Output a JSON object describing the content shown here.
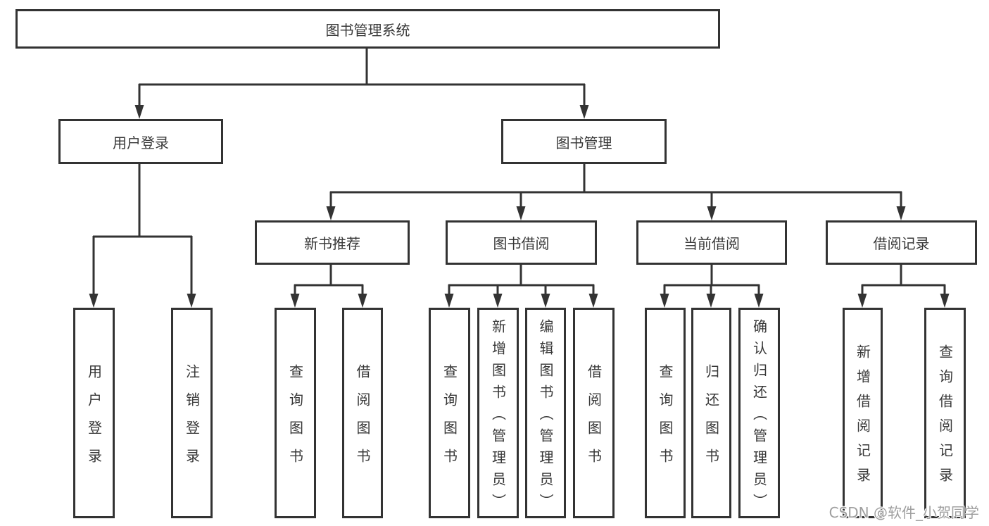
{
  "diagram": {
    "type": "hierarchy-tree",
    "colors": {
      "line": "#333333",
      "box_border": "#333333",
      "text": "#383838",
      "background": "#ffffff",
      "watermark": "#9e9e9e"
    },
    "root": {
      "label": "图书管理系统",
      "children": [
        {
          "label": "用户登录",
          "children": [
            {
              "label": "用户登录"
            },
            {
              "label": "注销登录"
            }
          ]
        },
        {
          "label": "图书管理",
          "children": [
            {
              "label": "新书推荐",
              "children": [
                {
                  "label": "查询图书"
                },
                {
                  "label": "借阅图书"
                }
              ]
            },
            {
              "label": "图书借阅",
              "children": [
                {
                  "label": "查询图书"
                },
                {
                  "label": "新增图书（管理员）"
                },
                {
                  "label": "编辑图书（管理员）"
                },
                {
                  "label": "借阅图书"
                }
              ]
            },
            {
              "label": "当前借阅",
              "children": [
                {
                  "label": "查询图书"
                },
                {
                  "label": "归还图书"
                },
                {
                  "label": "确认归还（管理员）"
                }
              ]
            },
            {
              "label": "借阅记录",
              "children": [
                {
                  "label": "新增借阅记录"
                },
                {
                  "label": "查询借阅记录"
                }
              ]
            }
          ]
        }
      ]
    }
  },
  "watermark": {
    "text": "CSDN @软件_小贺同学"
  }
}
